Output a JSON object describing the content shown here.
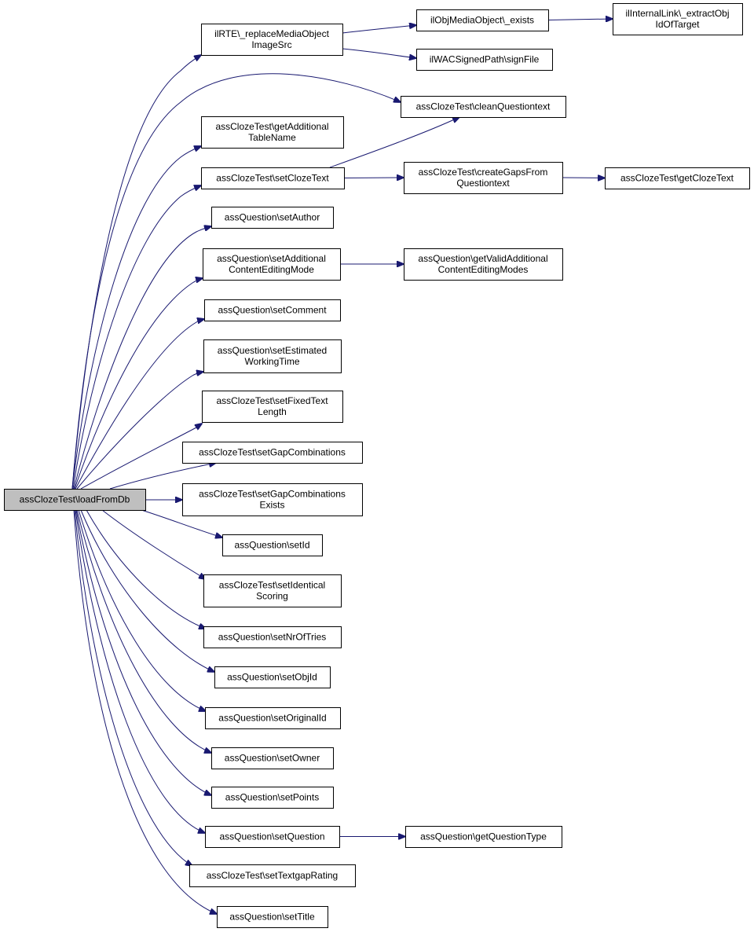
{
  "colors": {
    "edge": "#191970",
    "root_fill": "#bfbfbf",
    "node_fill": "#ffffff",
    "border": "#000000"
  },
  "nodes": {
    "root": [
      "assClozeTest\\loadFromDb"
    ],
    "replaceMedia": [
      "ilRTE\\_replaceMediaObject",
      "ImageSrc"
    ],
    "objMediaExists": [
      "ilObjMediaObject\\_exists"
    ],
    "extractObj": [
      "ilInternalLink\\_extractObj",
      "IdOfTarget"
    ],
    "signFile": [
      "ilWACSignedPath\\signFile"
    ],
    "cleanQuestiontext": [
      "assClozeTest\\cleanQuestiontext"
    ],
    "getAdditionalTableName": [
      "assClozeTest\\getAdditional",
      "TableName"
    ],
    "setClozeText": [
      "assClozeTest\\setClozeText"
    ],
    "createGaps": [
      "assClozeTest\\createGapsFrom",
      "Questiontext"
    ],
    "getClozeText": [
      "assClozeTest\\getClozeText"
    ],
    "setAuthor": [
      "assQuestion\\setAuthor"
    ],
    "setAdditionalContent": [
      "assQuestion\\setAdditional",
      "ContentEditingMode"
    ],
    "getValidAdditional": [
      "assQuestion\\getValidAdditional",
      "ContentEditingModes"
    ],
    "setComment": [
      "assQuestion\\setComment"
    ],
    "setEstimated": [
      "assQuestion\\setEstimated",
      "WorkingTime"
    ],
    "setFixedText": [
      "assClozeTest\\setFixedText",
      "Length"
    ],
    "setGapCombinations": [
      "assClozeTest\\setGapCombinations"
    ],
    "setGapCombinationsExists": [
      "assClozeTest\\setGapCombinations",
      "Exists"
    ],
    "setId": [
      "assQuestion\\setId"
    ],
    "setIdentical": [
      "assClozeTest\\setIdentical",
      "Scoring"
    ],
    "setNrOfTries": [
      "assQuestion\\setNrOfTries"
    ],
    "setObjId": [
      "assQuestion\\setObjId"
    ],
    "setOriginalId": [
      "assQuestion\\setOriginalId"
    ],
    "setOwner": [
      "assQuestion\\setOwner"
    ],
    "setPoints": [
      "assQuestion\\setPoints"
    ],
    "setQuestion": [
      "assQuestion\\setQuestion"
    ],
    "getQuestionType": [
      "assQuestion\\getQuestionType"
    ],
    "setTextgapRating": [
      "assClozeTest\\setTextgapRating"
    ],
    "setTitle": [
      "assQuestion\\setTitle"
    ]
  },
  "edges": [
    [
      "root",
      "replaceMedia"
    ],
    [
      "root",
      "cleanQuestiontext"
    ],
    [
      "root",
      "getAdditionalTableName"
    ],
    [
      "root",
      "setClozeText"
    ],
    [
      "root",
      "setAuthor"
    ],
    [
      "root",
      "setAdditionalContent"
    ],
    [
      "root",
      "setComment"
    ],
    [
      "root",
      "setEstimated"
    ],
    [
      "root",
      "setFixedText"
    ],
    [
      "root",
      "setGapCombinations"
    ],
    [
      "root",
      "setGapCombinationsExists"
    ],
    [
      "root",
      "setId"
    ],
    [
      "root",
      "setIdentical"
    ],
    [
      "root",
      "setNrOfTries"
    ],
    [
      "root",
      "setObjId"
    ],
    [
      "root",
      "setOriginalId"
    ],
    [
      "root",
      "setOwner"
    ],
    [
      "root",
      "setPoints"
    ],
    [
      "root",
      "setQuestion"
    ],
    [
      "root",
      "setTextgapRating"
    ],
    [
      "root",
      "setTitle"
    ],
    [
      "replaceMedia",
      "objMediaExists"
    ],
    [
      "replaceMedia",
      "signFile"
    ],
    [
      "objMediaExists",
      "extractObj"
    ],
    [
      "setClozeText",
      "cleanQuestiontext"
    ],
    [
      "setClozeText",
      "createGaps"
    ],
    [
      "createGaps",
      "getClozeText"
    ],
    [
      "setAdditionalContent",
      "getValidAdditional"
    ],
    [
      "setQuestion",
      "getQuestionType"
    ]
  ]
}
